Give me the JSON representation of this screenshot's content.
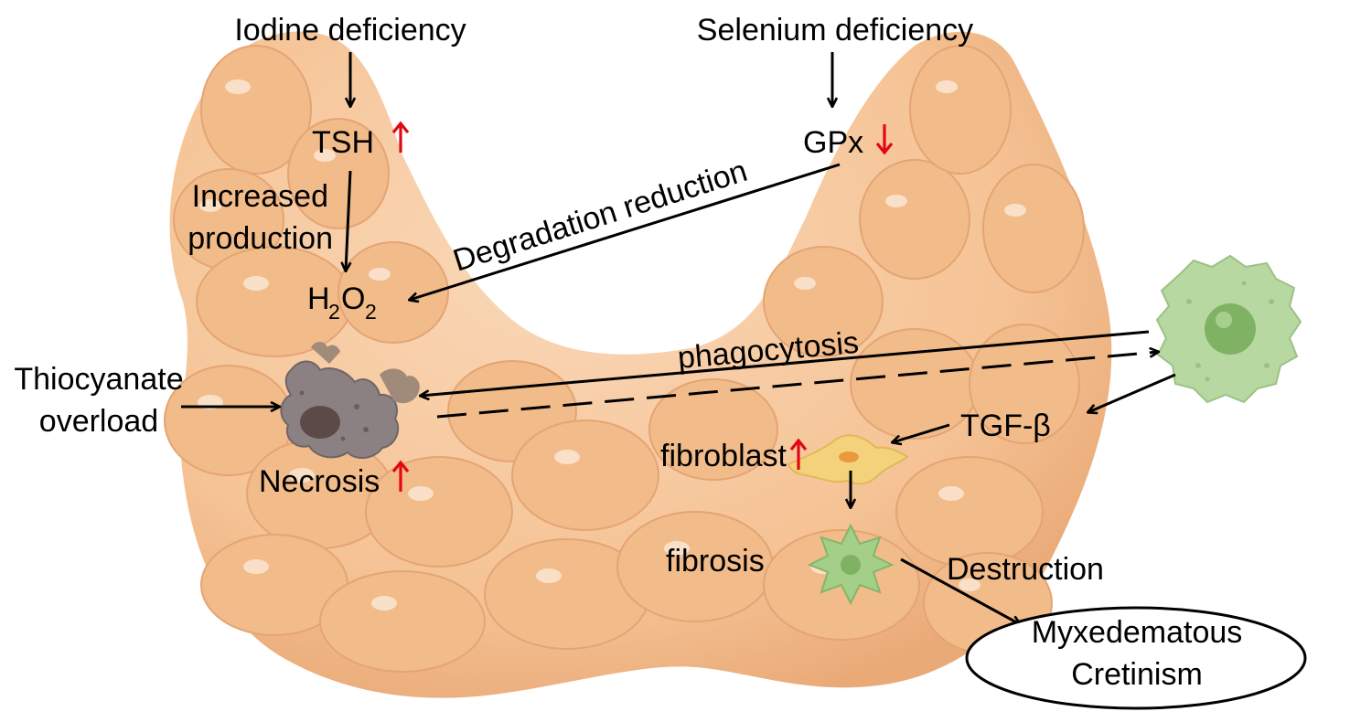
{
  "labels": {
    "iodine_deficiency": "Iodine deficiency",
    "selenium_deficiency": "Selenium deficiency",
    "tsh": "TSH",
    "gpx": "GPx",
    "increased": "Increased",
    "production": "production",
    "degradation_reduction": "Degradation reduction",
    "h2o2_h": "H",
    "h2o2_2a": "2",
    "h2o2_o": "O",
    "h2o2_2b": "2",
    "phagocytosis": "phagocytosis",
    "thiocyanate": "Thiocyanate",
    "overload": "overload",
    "necrosis": "Necrosis",
    "tgf_beta": "TGF-β",
    "fibroblast": "fibroblast",
    "fibrosis": "fibrosis",
    "destruction": "Destruction",
    "myxedematous": "Myxedematous",
    "cretinism": "Cretinism"
  },
  "colors": {
    "thyroid_fill": "#f7c9a0",
    "thyroid_shade": "#eeb487",
    "thyroid_highlight": "#fbe0c6",
    "arrow": "#000000",
    "up_down_arrow": "#e30613",
    "macrophage": "#b5d6a0",
    "necrotic_cell": "#8a7f80",
    "fibroblast_cell": "#f2d27a",
    "fibrosis_cell": "#9fcb84"
  },
  "icons": [
    "macrophage-cell-icon",
    "necrotic-cell-icon",
    "fibroblast-cell-icon",
    "fibrotic-cell-icon",
    "thyroid-gland-illustration"
  ]
}
